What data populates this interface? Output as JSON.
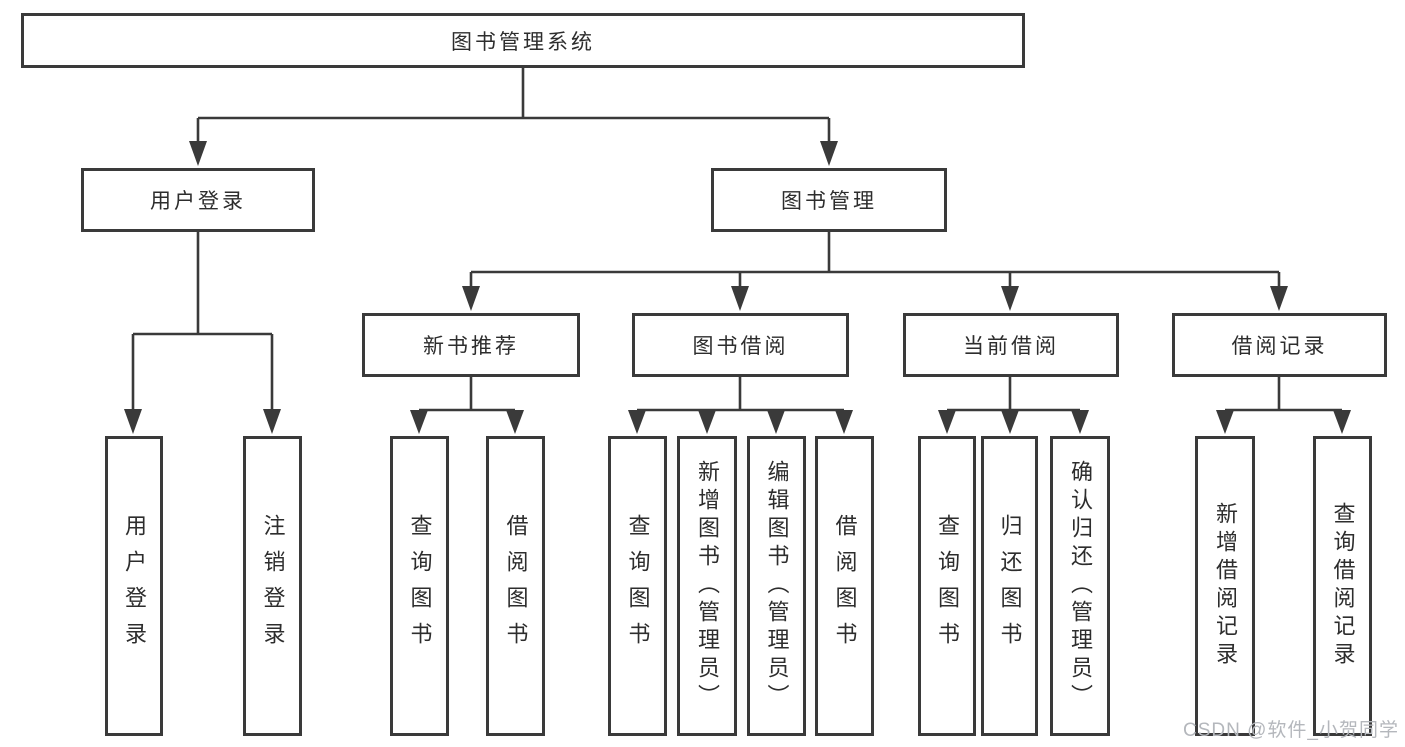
{
  "diagram": {
    "root": "图书管理系统",
    "level2": {
      "user_login": "用户登录",
      "book_management": "图书管理"
    },
    "level3": {
      "new_book_recommend": "新书推荐",
      "book_borrow": "图书借阅",
      "current_borrow": "当前借阅",
      "borrow_records": "借阅记录"
    },
    "leaves": {
      "ul_user_login": "用户登录",
      "ul_logout": "注销登录",
      "nb_query_books": "查询图书",
      "nb_borrow_books": "借阅图书",
      "bb_query_books": "查询图书",
      "bb_add_books_admin": "新增图书（管理员）",
      "bb_edit_books_admin": "编辑图书（管理员）",
      "bb_borrow_books": "借阅图书",
      "cb_query_books": "查询图书",
      "cb_return_books": "归还图书",
      "cb_confirm_return_admin": "确认归还（管理员）",
      "br_add_record": "新增借阅记录",
      "br_query_record": "查询借阅记录"
    }
  },
  "watermark": {
    "text": "CSDN @软件_小贺同学"
  },
  "colors": {
    "line": "#3a3a3a",
    "text": "#2d2d2d",
    "watermark": "#b4b7bc",
    "background": "#ffffff"
  }
}
